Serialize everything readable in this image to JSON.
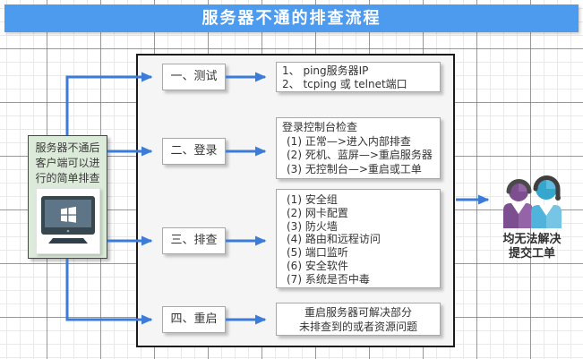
{
  "title": "服务器不通的排查流程",
  "left_panel": {
    "lines": [
      "服务器不通后",
      "客户端可以进",
      "行的简单排查"
    ]
  },
  "steps": [
    {
      "label": "一、测试"
    },
    {
      "label": "二、登录"
    },
    {
      "label": "三、排查"
    },
    {
      "label": "四、重启"
    }
  ],
  "details": [
    {
      "lines": [
        "1、 ping服务器IP",
        "2、 tcping 或 telnet端口"
      ]
    },
    {
      "lines": [
        "登录控制台检查",
        "(1) 正常—>进入内部排查",
        "(2) 死机、蓝屏—>重启服务器",
        "(3) 无控制台—>重启或工单"
      ]
    },
    {
      "lines": [
        "(1) 安全组",
        "(2) 网卡配置",
        "(3) 防火墙",
        "(4) 路由和远程访问",
        "(5) 端口监听",
        "(6) 安全软件",
        "(7) 系统是否中毒"
      ]
    },
    {
      "lines": [
        "重启服务器可解决部分",
        "未排查到的或者资源问题"
      ]
    }
  ],
  "result": {
    "lines": [
      "均无法解决",
      "提交工单"
    ]
  },
  "icons": {
    "computer": "windows-monitor-icon",
    "support": "support-agents-icon"
  },
  "colors": {
    "banner_blue": "#4D9BEE",
    "arrow_blue": "#3B7CD8",
    "panel_green": "#DCEAD9",
    "container_gray": "#F5F5F5",
    "person_purple": "#7E4F90",
    "person_teal": "#4FB3DC"
  }
}
